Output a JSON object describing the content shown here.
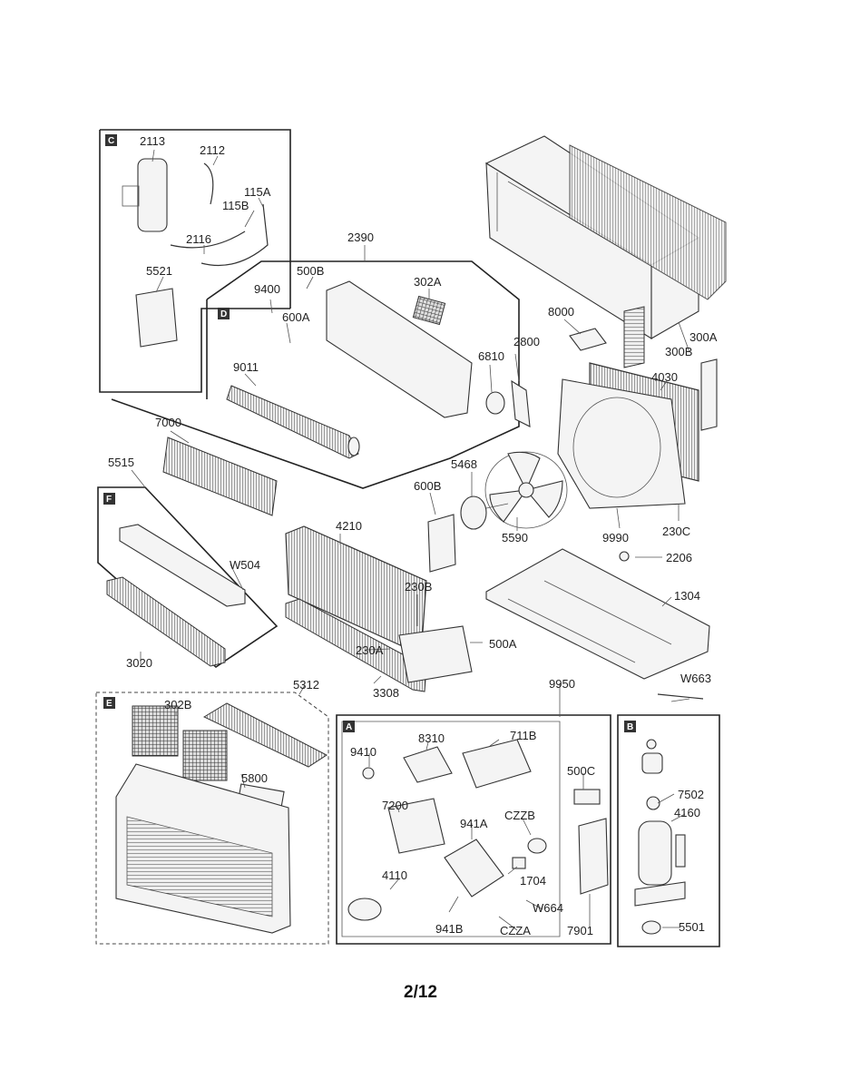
{
  "page_number": "2/12",
  "sections": [
    {
      "id": "section-c",
      "letter": "C"
    },
    {
      "id": "section-d",
      "letter": "D"
    },
    {
      "id": "section-f",
      "letter": "F"
    },
    {
      "id": "section-e",
      "letter": "E"
    },
    {
      "id": "section-a",
      "letter": "A"
    },
    {
      "id": "section-b",
      "letter": "B"
    }
  ],
  "parts": [
    {
      "id": "2113",
      "name": "part-2113"
    },
    {
      "id": "2112",
      "name": "part-2112"
    },
    {
      "id": "115A",
      "name": "part-115a"
    },
    {
      "id": "115B",
      "name": "part-115b"
    },
    {
      "id": "2116",
      "name": "part-2116"
    },
    {
      "id": "5521",
      "name": "part-5521"
    },
    {
      "id": "2390",
      "name": "part-2390"
    },
    {
      "id": "500B",
      "name": "part-500b"
    },
    {
      "id": "302A",
      "name": "part-302a"
    },
    {
      "id": "9400",
      "name": "part-9400"
    },
    {
      "id": "2800",
      "name": "part-2800"
    },
    {
      "id": "600A",
      "name": "part-600a"
    },
    {
      "id": "6810",
      "name": "part-6810"
    },
    {
      "id": "9011",
      "name": "part-9011"
    },
    {
      "id": "8000",
      "name": "part-8000"
    },
    {
      "id": "300A",
      "name": "part-300a"
    },
    {
      "id": "300B",
      "name": "part-300b"
    },
    {
      "id": "4030",
      "name": "part-4030"
    },
    {
      "id": "7000",
      "name": "part-7000"
    },
    {
      "id": "5515",
      "name": "part-5515"
    },
    {
      "id": "600B",
      "name": "part-600b"
    },
    {
      "id": "5468",
      "name": "part-5468"
    },
    {
      "id": "5590",
      "name": "part-5590"
    },
    {
      "id": "9990",
      "name": "part-9990"
    },
    {
      "id": "230C",
      "name": "part-230c"
    },
    {
      "id": "W504",
      "name": "part-w504"
    },
    {
      "id": "4210",
      "name": "part-4210"
    },
    {
      "id": "2206",
      "name": "part-2206"
    },
    {
      "id": "230B",
      "name": "part-230b"
    },
    {
      "id": "1304",
      "name": "part-1304"
    },
    {
      "id": "3020",
      "name": "part-3020"
    },
    {
      "id": "230A",
      "name": "part-230a"
    },
    {
      "id": "500A",
      "name": "part-500a"
    },
    {
      "id": "3308",
      "name": "part-3308"
    },
    {
      "id": "W663",
      "name": "part-w663"
    },
    {
      "id": "5312",
      "name": "part-5312"
    },
    {
      "id": "9950",
      "name": "part-9950"
    },
    {
      "id": "302B",
      "name": "part-302b"
    },
    {
      "id": "5800",
      "name": "part-5800"
    },
    {
      "id": "9410",
      "name": "part-9410"
    },
    {
      "id": "8310",
      "name": "part-8310"
    },
    {
      "id": "711B",
      "name": "part-711b"
    },
    {
      "id": "500C",
      "name": "part-500c"
    },
    {
      "id": "7502",
      "name": "part-7502"
    },
    {
      "id": "7200",
      "name": "part-7200"
    },
    {
      "id": "941A",
      "name": "part-941a"
    },
    {
      "id": "CZZB",
      "name": "part-czzb"
    },
    {
      "id": "4160",
      "name": "part-4160"
    },
    {
      "id": "1704",
      "name": "part-1704"
    },
    {
      "id": "4110",
      "name": "part-4110"
    },
    {
      "id": "W664",
      "name": "part-w664"
    },
    {
      "id": "941B",
      "name": "part-941b"
    },
    {
      "id": "CZZA",
      "name": "part-czza"
    },
    {
      "id": "7901",
      "name": "part-7901"
    },
    {
      "id": "5501",
      "name": "part-5501"
    }
  ]
}
